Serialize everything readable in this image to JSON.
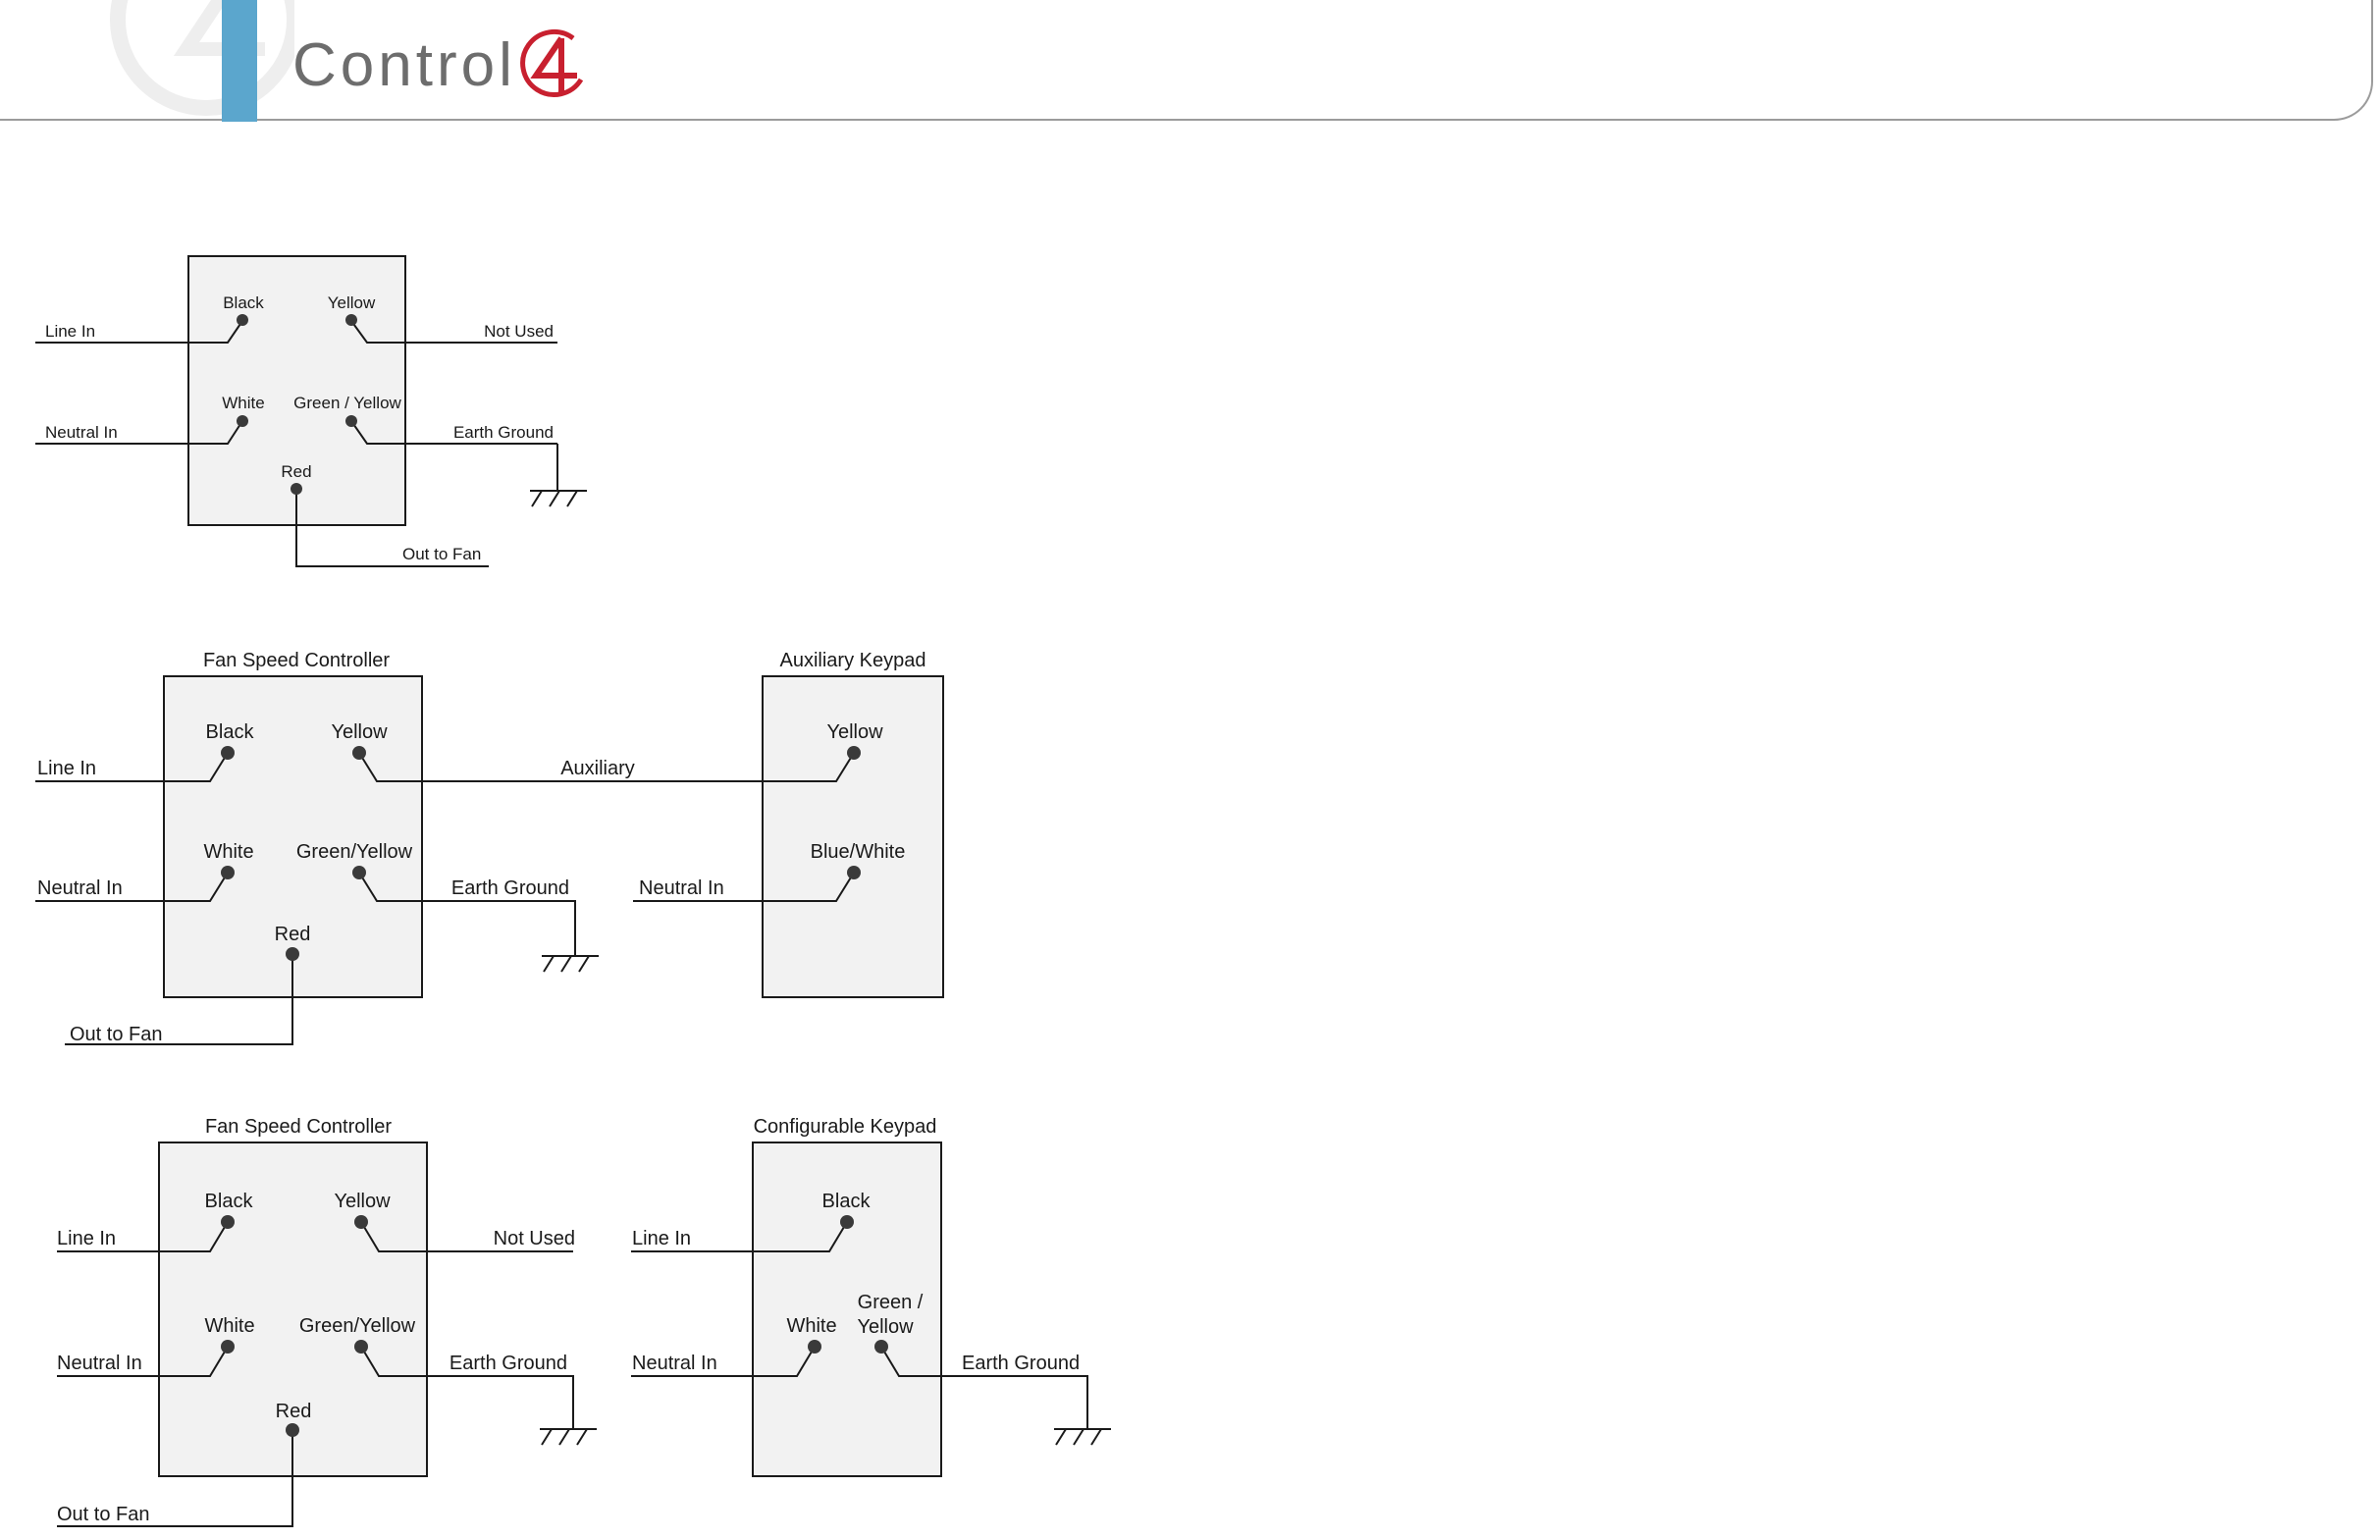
{
  "brand": {
    "name": "Control",
    "mark": "4"
  },
  "diagram1": {
    "terminals": [
      "Black",
      "Yellow",
      "White",
      "Green / Yellow",
      "Red"
    ],
    "labels": {
      "line_in": "Line In",
      "not_used": "Not Used",
      "neutral_in": "Neutral In",
      "earth_ground": "Earth Ground",
      "out_to_fan": "Out to Fan"
    }
  },
  "diagram2": {
    "controller_title": "Fan Speed Controller",
    "keypad_title": "Auxiliary Keypad",
    "controller_terminals": [
      "Black",
      "Yellow",
      "White",
      "Green/Yellow",
      "Red"
    ],
    "keypad_terminals": [
      "Yellow",
      "Blue/White"
    ],
    "labels": {
      "line_in": "Line In",
      "auxiliary": "Auxiliary",
      "neutral_in": "Neutral In",
      "earth_ground": "Earth Ground",
      "keypad_neutral_in": "Neutral In",
      "out_to_fan": "Out to Fan"
    }
  },
  "diagram3": {
    "controller_title": "Fan Speed Controller",
    "keypad_title": "Configurable Keypad",
    "controller_terminals": [
      "Black",
      "Yellow",
      "White",
      "Green/Yellow",
      "Red"
    ],
    "keypad_terminals": [
      "Black",
      "White",
      "Green /",
      "Yellow"
    ],
    "labels": {
      "line_in": "Line In",
      "not_used": "Not Used",
      "neutral_in": "Neutral In",
      "earth_ground": "Earth Ground",
      "out_to_fan": "Out to Fan",
      "keypad_line_in": "Line In",
      "keypad_neutral_in": "Neutral In",
      "keypad_earth_ground": "Earth Ground"
    }
  },
  "colors": {
    "accent_blue": "#5ba6cd",
    "brand_red": "#c8202f",
    "box_fill": "#f2f2f2",
    "line": "#1a1a1a"
  }
}
